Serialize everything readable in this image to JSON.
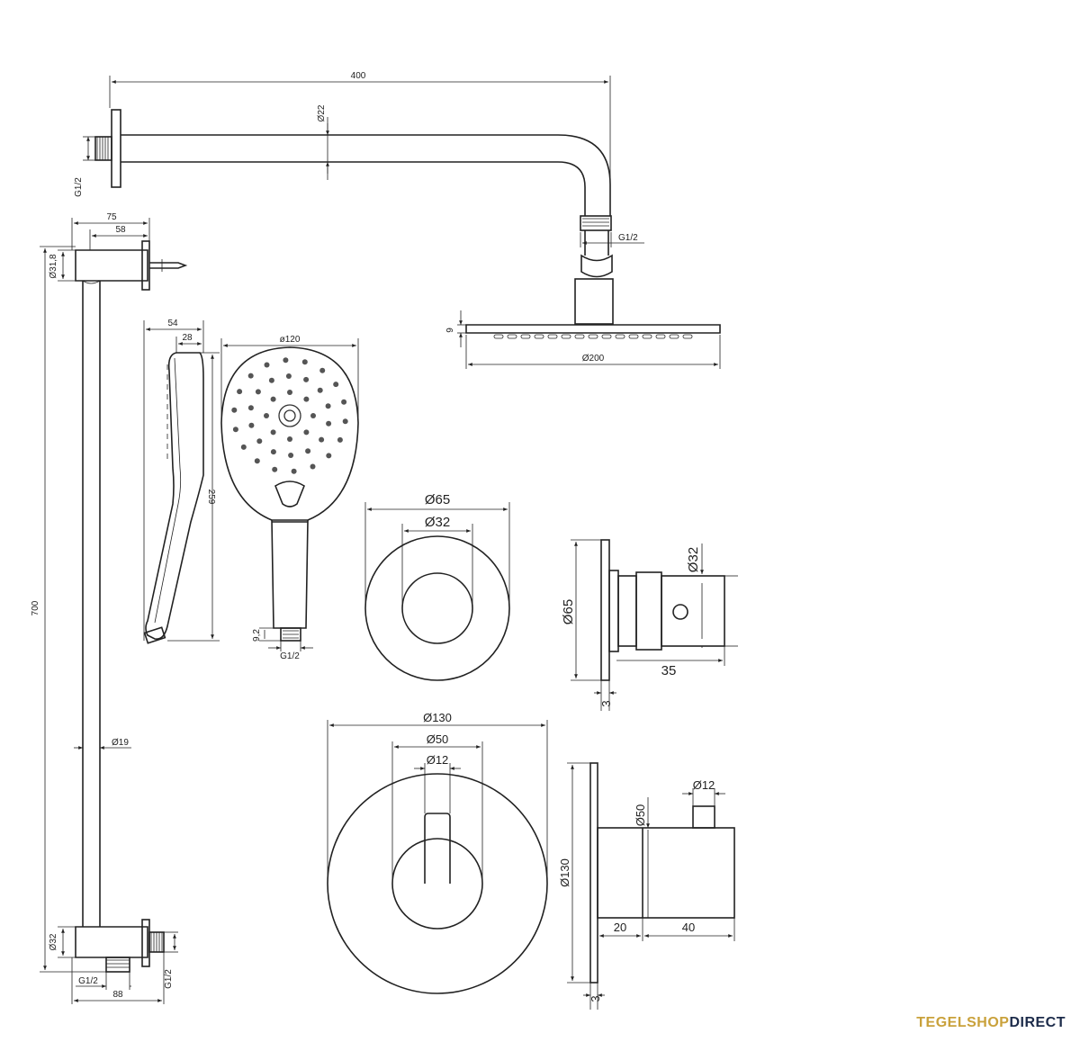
{
  "brand": {
    "part1": "TEGELSHOP",
    "part2": "DIRECT",
    "color_gold": "#c9a13b",
    "color_navy": "#1c2b4a"
  },
  "dims": {
    "arm_length": "400",
    "arm_dia": "Ø22",
    "arm_thread_left": "G1/2",
    "arm_thread_right": "G1/2",
    "head_height": "9",
    "head_dia": "Ø200",
    "rail_top_75": "75",
    "rail_top_58": "58",
    "rail_top_dia": "Ø31,8",
    "rail_length": "700",
    "rail_dia": "Ø19",
    "rail_bottom_dia": "Ø32",
    "rail_bottom_thread_left": "G1/2",
    "rail_bottom_88": "88",
    "rail_bottom_thread_right": "G1/2",
    "hand_54": "54",
    "hand_28": "28",
    "hand_259": "259",
    "hand_dia": "ø120",
    "hand_conn": "9,2",
    "hand_thread": "G1/2",
    "stop_outer": "Ø65",
    "stop_inner": "Ø32",
    "stop_side_dia": "Ø65",
    "stop_side_knob": "Ø32",
    "stop_side_depth": "35",
    "stop_side_plate": "3",
    "therm_outer": "Ø130",
    "therm_mid": "Ø50",
    "therm_inner": "Ø12",
    "therm_side_dia": "Ø130",
    "therm_side_body": "Ø50",
    "therm_side_lever": "Ø12",
    "therm_side_20": "20",
    "therm_side_40": "40",
    "therm_side_plate": "3"
  }
}
